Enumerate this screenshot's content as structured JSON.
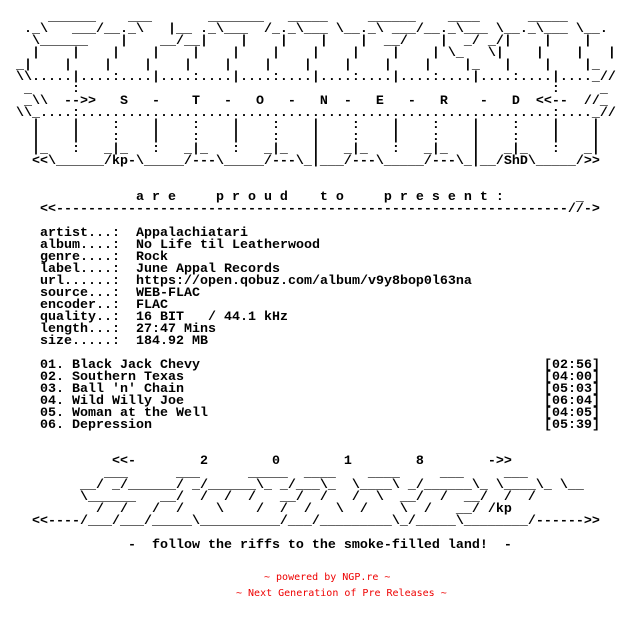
{
  "art_top": [
    "      ______    ___       _______   _____     ______    ____      _____",
    "   ._\\   ___/__._\\   |__ ._\\___  /_._\\___ \\__._\\ ___/__._\\___ \\__._\\___ \\__.",
    "    \\______    |    __/__|    |    |    |    |  __/    |  _/ _/|    |    |",
    "    |    |    |    |    |    |    |    |    |    |    | \\_   \\|    |    |   |",
    "  _|    |    |    |    |    |    |    |    |    |    |    |_   |    |    |_",
    "  \\\\.....|....:....|....:....|....:....|....:....|....:....|....:....|...._//",
    "   _     :                                                           :     _",
    "   _\\\\  -->>   S   -    T   -   O   -   N  -   E   -   R    -   D  <<--  //_",
    "  \\\\_....:...........................................................:...._//",
    "    |    |    :    |    :    |    :    |    :    |    :    |    :    |    |",
    "    |    |    :    |    :    |    :    |    :    |    :    |    :    |    |",
    "    |_   :   _|_   :   _|_   :   _|_   |   _|_   :   _|_   |   _|_   :   _|",
    "    <<\\______/kp-\\_____/---\\_____/---\\_|___/---\\_____/---\\_|__/ShD\\_____/>>"
  ],
  "present_line": "                 a r e     p r o u d    t o     p r e s e n t :         _",
  "present_arrow": "     <<----------------------------------------------------------------//->",
  "info": [
    {
      "label": "artist...:",
      "value": "Appalachiatari"
    },
    {
      "label": "album....:",
      "value": "No Life til Leatherwood"
    },
    {
      "label": "genre....:",
      "value": "Rock"
    },
    {
      "label": "label....:",
      "value": "June Appal Records"
    },
    {
      "label": "url......:",
      "value": "https://open.qobuz.com/album/v9y8bop0l63na"
    },
    {
      "label": "source...:",
      "value": "WEB-FLAC"
    },
    {
      "label": "encoder..:",
      "value": "FLAC"
    },
    {
      "label": "quality..:",
      "value": "16 BIT   / 44.1 kHz"
    },
    {
      "label": "length...:",
      "value": "27:47 Mins"
    },
    {
      "label": "size.....:",
      "value": "184.92 MB"
    }
  ],
  "tracks": [
    {
      "title": "01. Black Jack Chevy",
      "duration": "[02:56]"
    },
    {
      "title": "02. Southern Texas",
      "duration": "[04:00]"
    },
    {
      "title": "03. Ball 'n' Chain",
      "duration": "[05:03]"
    },
    {
      "title": "04. Wild Willy Joe",
      "duration": "[06:04]"
    },
    {
      "title": "05. Woman at the Well",
      "duration": "[04:05]"
    },
    {
      "title": "06. Depression",
      "duration": "[05:39]"
    }
  ],
  "year_line": "              <<-        2        0        1        8        ->>",
  "art_bottom": [
    "             ___      ___      _____  ____    ____     ___     ___",
    "          __/ _/______/ _/______\\_ _/___\\_  \\____\\ _/______\\_ \\____\\_ \\__",
    "          \\______   __/  /  /  /   __/  /   /  \\  __/  /  __/  /  /",
    "            /  /   /  /    \\    /  /  /   \\  /    \\  /   __/ /kp",
    "    <<----/___/___/_____\\__________/___/_________\\_/_____\\________/------>>"
  ],
  "tagline": "                -  follow the riffs to the smoke-filled land!  -",
  "footer": {
    "powered_prefix": "~ powered by ",
    "powered_link": "NGP.re",
    "powered_suffix": " ~",
    "next_gen": "~ Next Generation of Pre Releases ~"
  },
  "colors": {
    "text": "#000000",
    "background": "#ffffff",
    "footer": "#ee0000"
  }
}
